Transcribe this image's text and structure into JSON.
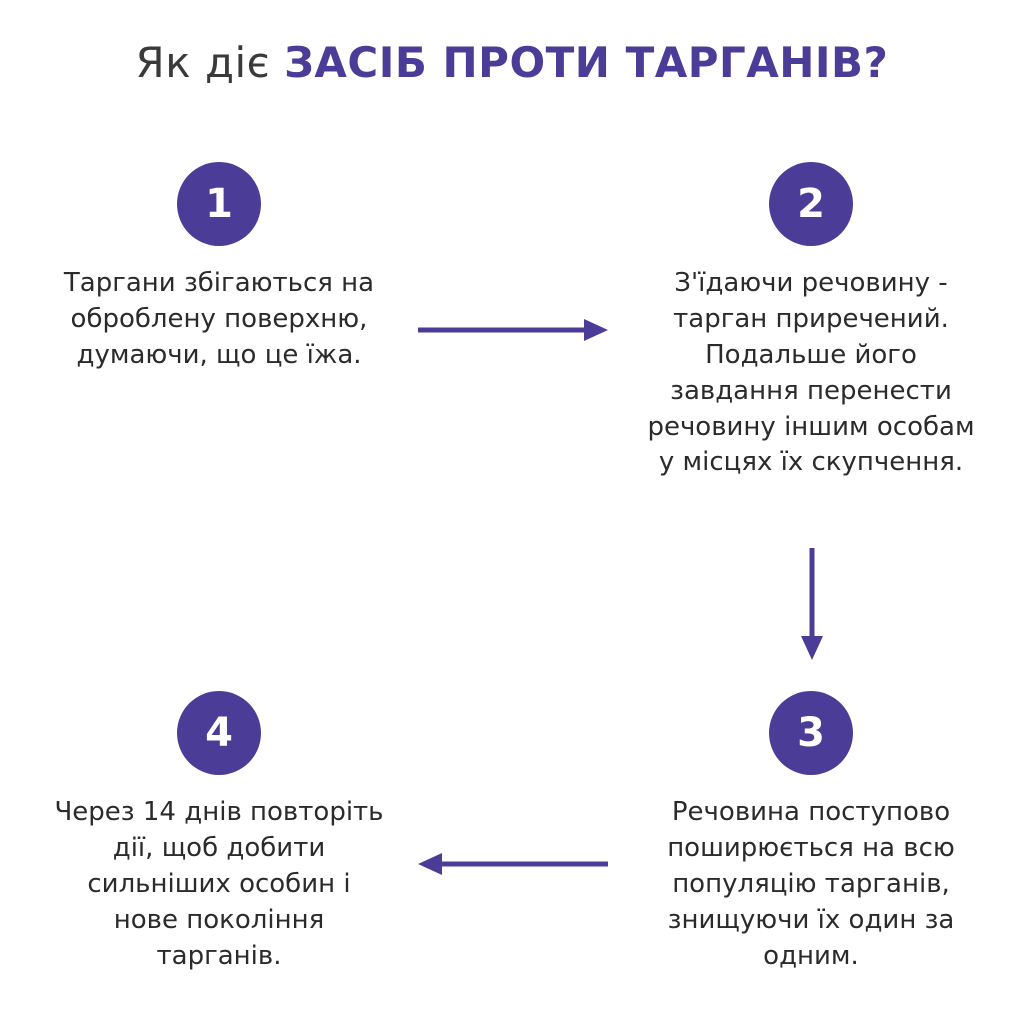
{
  "title": {
    "prefix": "Як діє",
    "highlight": "ЗАСІБ ПРОТИ ТАРГАНІВ?"
  },
  "colors": {
    "accent_purple": "#4b3c98",
    "title_plain": "#3a3a3a",
    "body_text": "#2b2b2b",
    "background": "#ffffff",
    "circle_number": "#ffffff"
  },
  "steps": [
    {
      "number": "1",
      "text": "Таргани збігаються на оброблену поверхню, думаючи, що це їжа."
    },
    {
      "number": "2",
      "text": "З'їдаючи речовину - тарган приречений. Подальше його завдання перенести речовину іншим особам у місцях їх скупчення."
    },
    {
      "number": "3",
      "text": "Речовина поступово поширюється на всю популяцію тарганів, знищуючи їх один за одним."
    },
    {
      "number": "4",
      "text": "Через 14 днів повторіть дії, щоб добити сильніших особин і нове покоління тарганів."
    }
  ],
  "arrows": [
    {
      "from": "1",
      "to": "2",
      "direction": "right"
    },
    {
      "from": "2",
      "to": "3",
      "direction": "down"
    },
    {
      "from": "3",
      "to": "4",
      "direction": "left"
    }
  ]
}
